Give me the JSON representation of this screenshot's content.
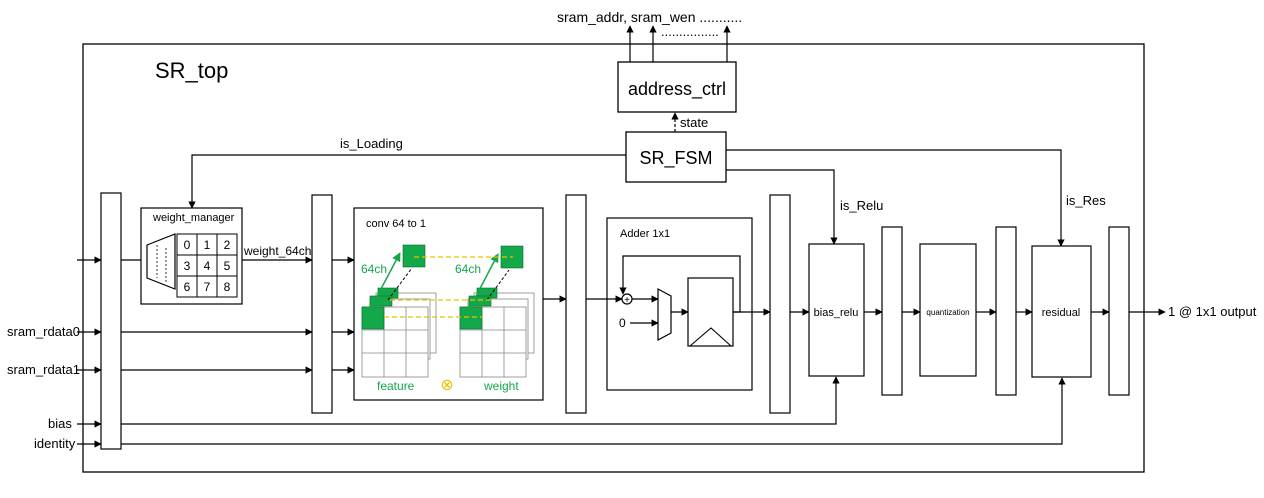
{
  "diagram": {
    "title": "SR_top",
    "top_outputs": "sram_addr, sram_wen ...........",
    "top_dots": "................",
    "state_label": "state",
    "is_loading_label": "is_Loading",
    "is_relu_label": "is_Relu",
    "is_res_label": "is_Res",
    "weight_64ch_label": "weight_64ch",
    "output_label": "1 @ 1x1 output"
  },
  "blocks": {
    "address_ctrl": "address_ctrl",
    "sr_fsm": "SR_FSM",
    "weight_manager": "weight_manager",
    "conv": "conv 64 to 1",
    "adder": "Adder 1x1",
    "bias_relu": "bias_relu",
    "quantization": "quantization",
    "residual": "residual"
  },
  "inputs": [
    "sram_rdata0",
    "sram_rdata1",
    "bias",
    "identity"
  ],
  "weight_grid": [
    "0",
    "1",
    "2",
    "3",
    "4",
    "5",
    "6",
    "7",
    "8"
  ],
  "conv_labels": {
    "ch_left": "64ch",
    "ch_right": "64ch",
    "feature": "feature",
    "weight": "weight",
    "mult_symbol": "⊗"
  },
  "adder_labels": {
    "plus_symbol": "+",
    "zero": "0"
  },
  "colors": {
    "green": "#13a84a",
    "yellow_dash": "#e8c300",
    "stroke": "#000000"
  }
}
